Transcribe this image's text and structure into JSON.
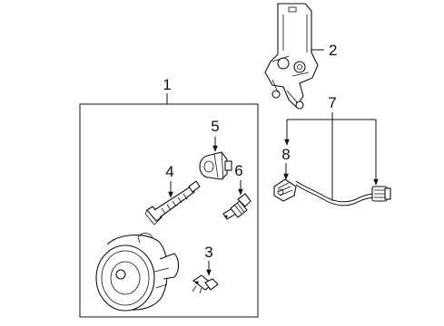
{
  "diagram": {
    "callouts": [
      "1",
      "2",
      "3",
      "4",
      "5",
      "6",
      "7",
      "8"
    ],
    "parts": [
      {
        "callout": "1",
        "icon": "fog-lamp-assembly-box"
      },
      {
        "callout": "2",
        "icon": "mounting-bracket-icon"
      },
      {
        "callout": "3",
        "icon": "clip-icon"
      },
      {
        "callout": "4",
        "icon": "adjusting-screw-icon"
      },
      {
        "callout": "5",
        "icon": "bulb-socket-icon"
      },
      {
        "callout": "6",
        "icon": "bulb-icon"
      },
      {
        "callout": "7",
        "icon": "wiring-harness-icon"
      },
      {
        "callout": "8",
        "icon": "connector-icon"
      }
    ],
    "line_color": "#111111",
    "background": "#ffffff"
  }
}
